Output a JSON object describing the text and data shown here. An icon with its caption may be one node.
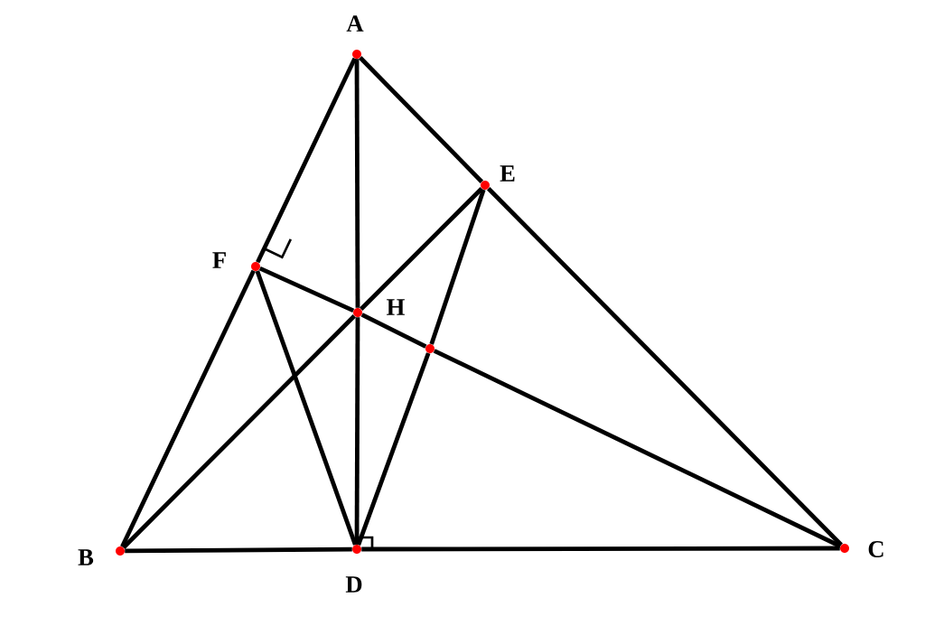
{
  "diagram": {
    "nodes": [
      {
        "text": [
          "A"
        ]
      },
      {
        "text": [
          "B"
        ]
      },
      {
        "text": [
          "C"
        ]
      },
      {
        "text": [
          "D"
        ]
      },
      {
        "text": [
          "E"
        ]
      },
      {
        "text": [
          "F"
        ]
      },
      {
        "text": [
          "H"
        ]
      },
      {
        "text": [],
        "shape": "circle"
      }
    ],
    "edges": [
      {
        "from": 0,
        "to": 5,
        "arrow": "none"
      },
      {
        "from": 5,
        "to": 1,
        "arrow": "none"
      },
      {
        "from": 0,
        "to": 4,
        "arrow": "none"
      },
      {
        "from": 4,
        "to": 2,
        "arrow": "none"
      },
      {
        "from": 1,
        "to": 3,
        "arrow": "none"
      },
      {
        "from": 3,
        "to": 2,
        "arrow": "none"
      },
      {
        "from": 0,
        "to": 6,
        "arrow": "none"
      },
      {
        "from": 6,
        "to": 3,
        "arrow": "none"
      },
      {
        "from": 1,
        "to": 6,
        "arrow": "none"
      },
      {
        "from": 6,
        "to": 4,
        "arrow": "none"
      },
      {
        "from": 5,
        "to": 6,
        "arrow": "none"
      },
      {
        "from": 6,
        "to": 7,
        "arrow": "none"
      },
      {
        "from": 7,
        "to": 2,
        "arrow": "none"
      },
      {
        "from": 5,
        "to": 3,
        "arrow": "none"
      },
      {
        "from": 3,
        "to": 7,
        "arrow": "none"
      },
      {
        "from": 7,
        "to": 4,
        "arrow": "none"
      }
    ]
  }
}
